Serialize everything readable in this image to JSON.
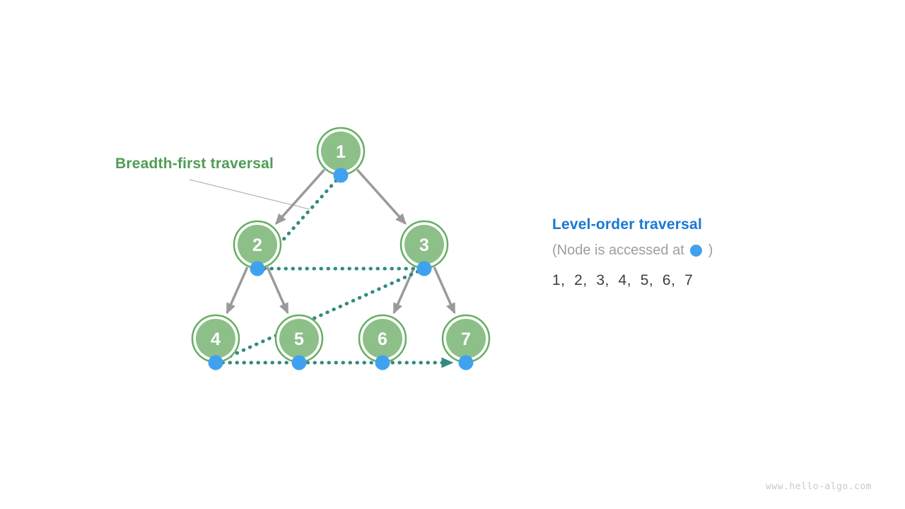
{
  "diagram": {
    "label": "Breadth-first traversal",
    "nodes": [
      "1",
      "2",
      "3",
      "4",
      "5",
      "6",
      "7"
    ],
    "traversal_path": "1 → 2 → 3 → 4 → 5 → 6 → 7"
  },
  "legend": {
    "title": "Level-order traversal",
    "caption_prefix": "(Node is accessed at",
    "caption_suffix": ")",
    "sequence": "1,  2,  3,  4,  5,  6,  7"
  },
  "watermark": "www.hello-algo.com",
  "colors": {
    "node_fill": "#8DBF89",
    "node_ring": "#65AE62",
    "node_text": "#FFFFFF",
    "edge_gray": "#9A9A9A",
    "traversal_teal": "#338B80",
    "access_dot_blue": "#40A2EF",
    "label_green": "#4F9D55",
    "legend_title_blue": "#1878D3",
    "caption_gray": "#9E9E9E",
    "sequence_dark": "#3C4043",
    "watermark_gray": "#C9C9C9"
  }
}
